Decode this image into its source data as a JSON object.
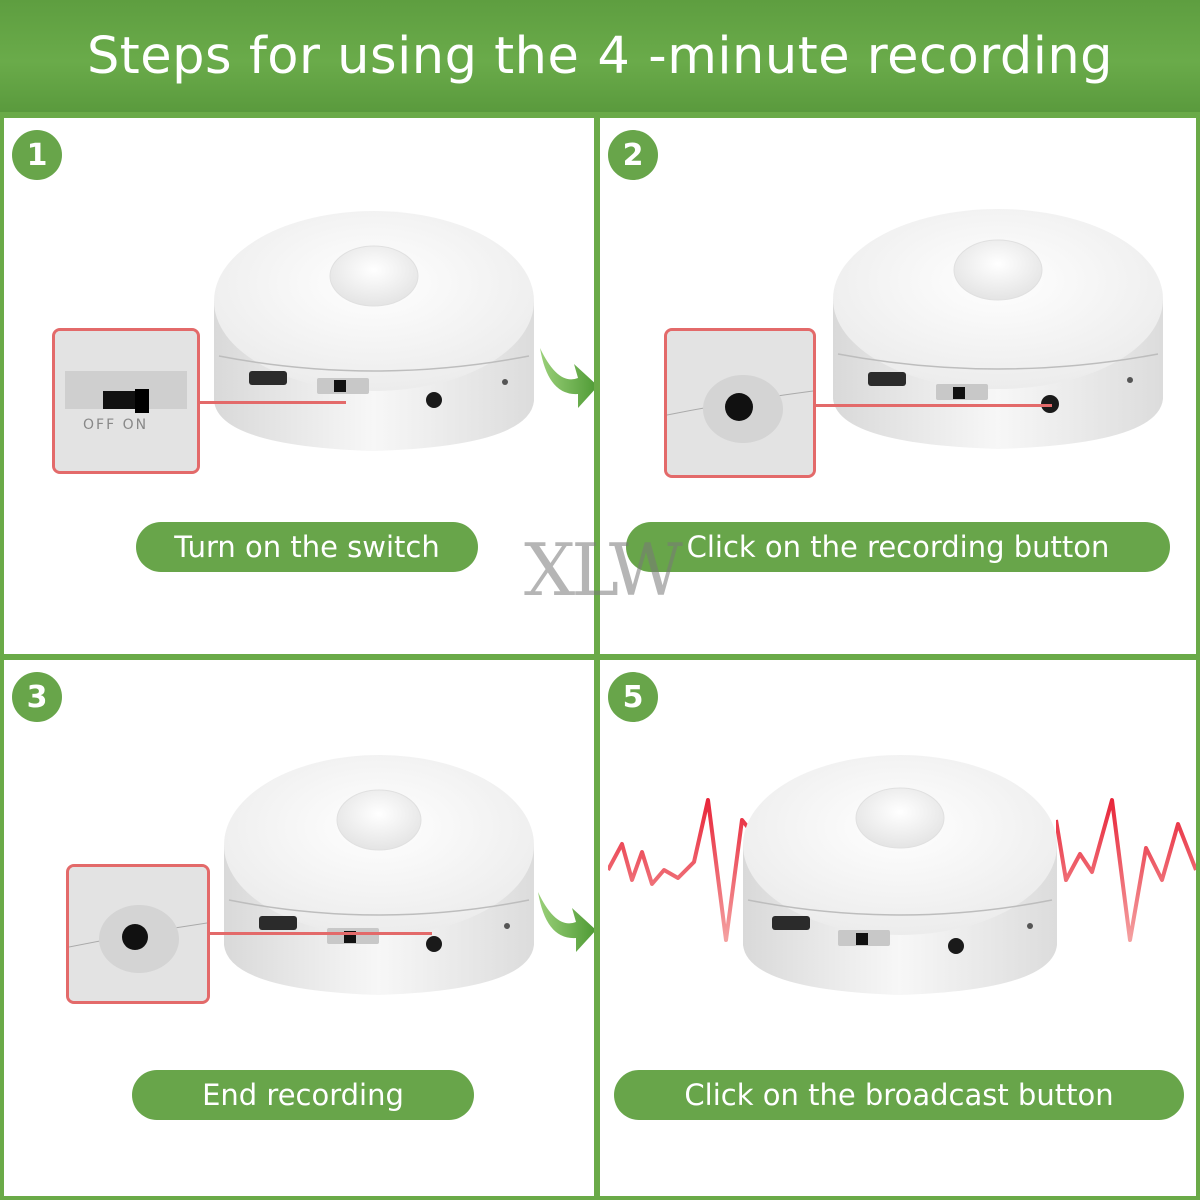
{
  "header": {
    "title_start": "Steps for using the",
    "title_number": "4",
    "title_end": "-minute recording"
  },
  "steps": [
    {
      "badge": "1",
      "caption": "Turn on the switch"
    },
    {
      "badge": "2",
      "caption": "Click on the recording button"
    },
    {
      "badge": "3",
      "caption": "End recording"
    },
    {
      "badge": "5",
      "caption": "Click on the broadcast button"
    }
  ],
  "device": {
    "switch_label": "OFF ON"
  },
  "watermark": "XLW",
  "colors": {
    "brand_green": "#68a54a",
    "highlight_red": "#e36a6a",
    "device_white": "#f3f3f3"
  }
}
